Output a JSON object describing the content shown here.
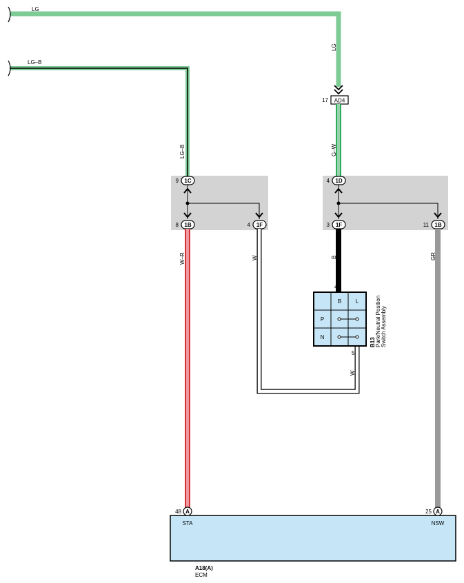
{
  "wires": {
    "lg_top": "LG",
    "lg_vertical": "LG",
    "lgb_top": "LG–B",
    "lgb_vertical": "LG–B",
    "gw": "G–W",
    "wr": "W–R",
    "w_left": "W",
    "b": "B",
    "gr": "GR",
    "w_switch": "W"
  },
  "connectors": {
    "ad4": {
      "id": "AD4",
      "pin": "17"
    },
    "j1c": {
      "id": "1C",
      "pin": "9"
    },
    "j1b_left": {
      "id": "1B",
      "pin": "8"
    },
    "j1f_left": {
      "id": "1F",
      "pin": "4"
    },
    "j1d": {
      "id": "1D",
      "pin": "4"
    },
    "j1f_right": {
      "id": "1F",
      "pin": "3"
    },
    "j1b_right": {
      "id": "1B",
      "pin": "11"
    }
  },
  "switch": {
    "code": "B13",
    "name_line1": "Park/Neutral Position",
    "name_line2": "Switch Assembly",
    "pin_top": "4",
    "pin_bottom": "5",
    "col_b": "B",
    "col_l": "L",
    "row_p": "P",
    "row_n": "N"
  },
  "ecm": {
    "code": "A18(A)",
    "name": "ECM",
    "pin_sta": "48",
    "pin_nsw": "25",
    "conn_letter": "A",
    "sta_label": "STA",
    "nsw_label": "NSW"
  },
  "colors": {
    "lg": "#7ecb96",
    "green": "#2eaa5a",
    "red": "#d8323a",
    "gray": "#999999",
    "junction_fill": "#d3d3d3",
    "component_fill": "#c6e6f7"
  }
}
